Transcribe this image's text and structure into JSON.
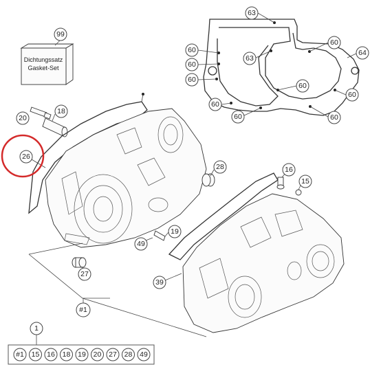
{
  "diagram": {
    "kit_label_line1": "Dichtungssatz",
    "kit_label_line2": "Gasket-Set",
    "callouts": {
      "c99": "99",
      "c63a": "63",
      "c63b": "63",
      "c60a": "60",
      "c60b": "60",
      "c60c": "60",
      "c60d": "60",
      "c60e": "60",
      "c60f": "60",
      "c60g": "60",
      "c60h": "60",
      "c64": "64",
      "c18": "18",
      "c20": "20",
      "c26": "26",
      "c28": "28",
      "c16": "16",
      "c15": "15",
      "c19": "19",
      "c49": "49",
      "c27": "27",
      "c39": "39",
      "c1hash": "#1",
      "c1": "1"
    },
    "kit_contents": [
      "#1",
      "15",
      "16",
      "18",
      "19",
      "20",
      "27",
      "28",
      "49"
    ],
    "highlight_color": "#d42a2a"
  }
}
